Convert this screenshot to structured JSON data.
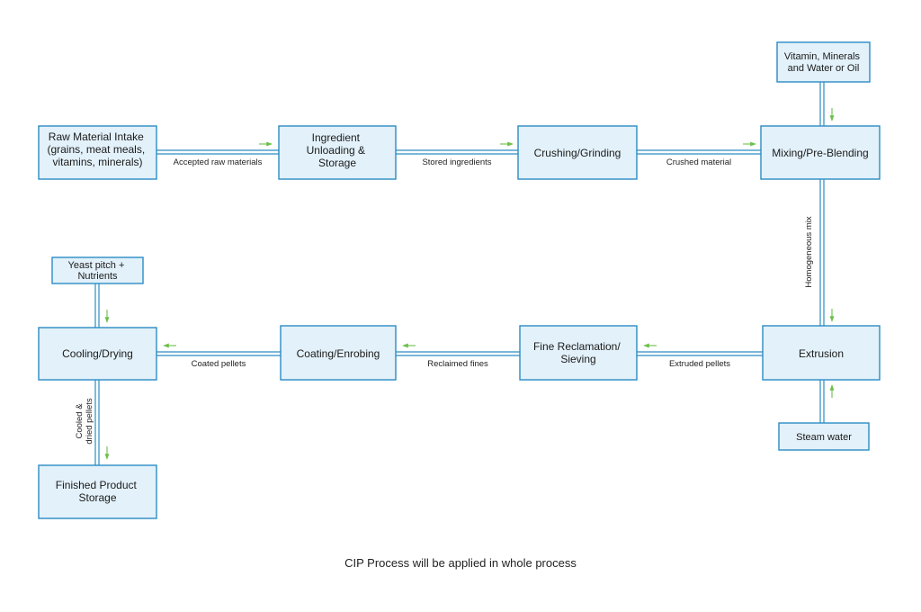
{
  "nodes": {
    "raw_intake": [
      "Raw Material Intake",
      "(grains, meat meals,",
      "vitamins, minerals)"
    ],
    "ingredient_storage": [
      "Ingredient",
      "Unloading &",
      "Storage"
    ],
    "crushing": [
      "Crushing/Grinding"
    ],
    "mixing": [
      "Mixing/Pre-Blending"
    ],
    "vitamins_input": [
      "Vitamin, Minerals",
      "and Water or Oil"
    ],
    "extrusion": [
      "Extrusion"
    ],
    "steam_input": [
      "Steam water"
    ],
    "fine_reclamation": [
      "Fine Reclamation/",
      "Sieving"
    ],
    "coating": [
      "Coating/Enrobing"
    ],
    "cooling": [
      "Cooling/Drying"
    ],
    "yeast_input": [
      "Yeast pitch +",
      "Nutrients"
    ],
    "finished_storage": [
      "Finished Product",
      "Storage"
    ]
  },
  "edges": {
    "intake_to_storage": [
      "Accepted raw materials"
    ],
    "storage_to_crushing": [
      "Stored ingredients"
    ],
    "crushing_to_mixing": [
      "Crushed material"
    ],
    "mixing_to_extrusion": [
      "Homogeneous mix"
    ],
    "extrusion_to_reclamation": [
      "Extruded pellets"
    ],
    "reclamation_to_coating": [
      "Reclaimed fines"
    ],
    "coating_to_cooling": [
      "Coated pellets"
    ],
    "cooling_to_storage": [
      "Cooled &",
      "dried pellets"
    ]
  },
  "footer": "CIP Process will be applied in whole process",
  "colors": {
    "box_fill": "#e3f1fa",
    "box_stroke": "#2b8cc4",
    "pipe": "#2b8cc4",
    "flow_arrow": "#6cc04a"
  }
}
